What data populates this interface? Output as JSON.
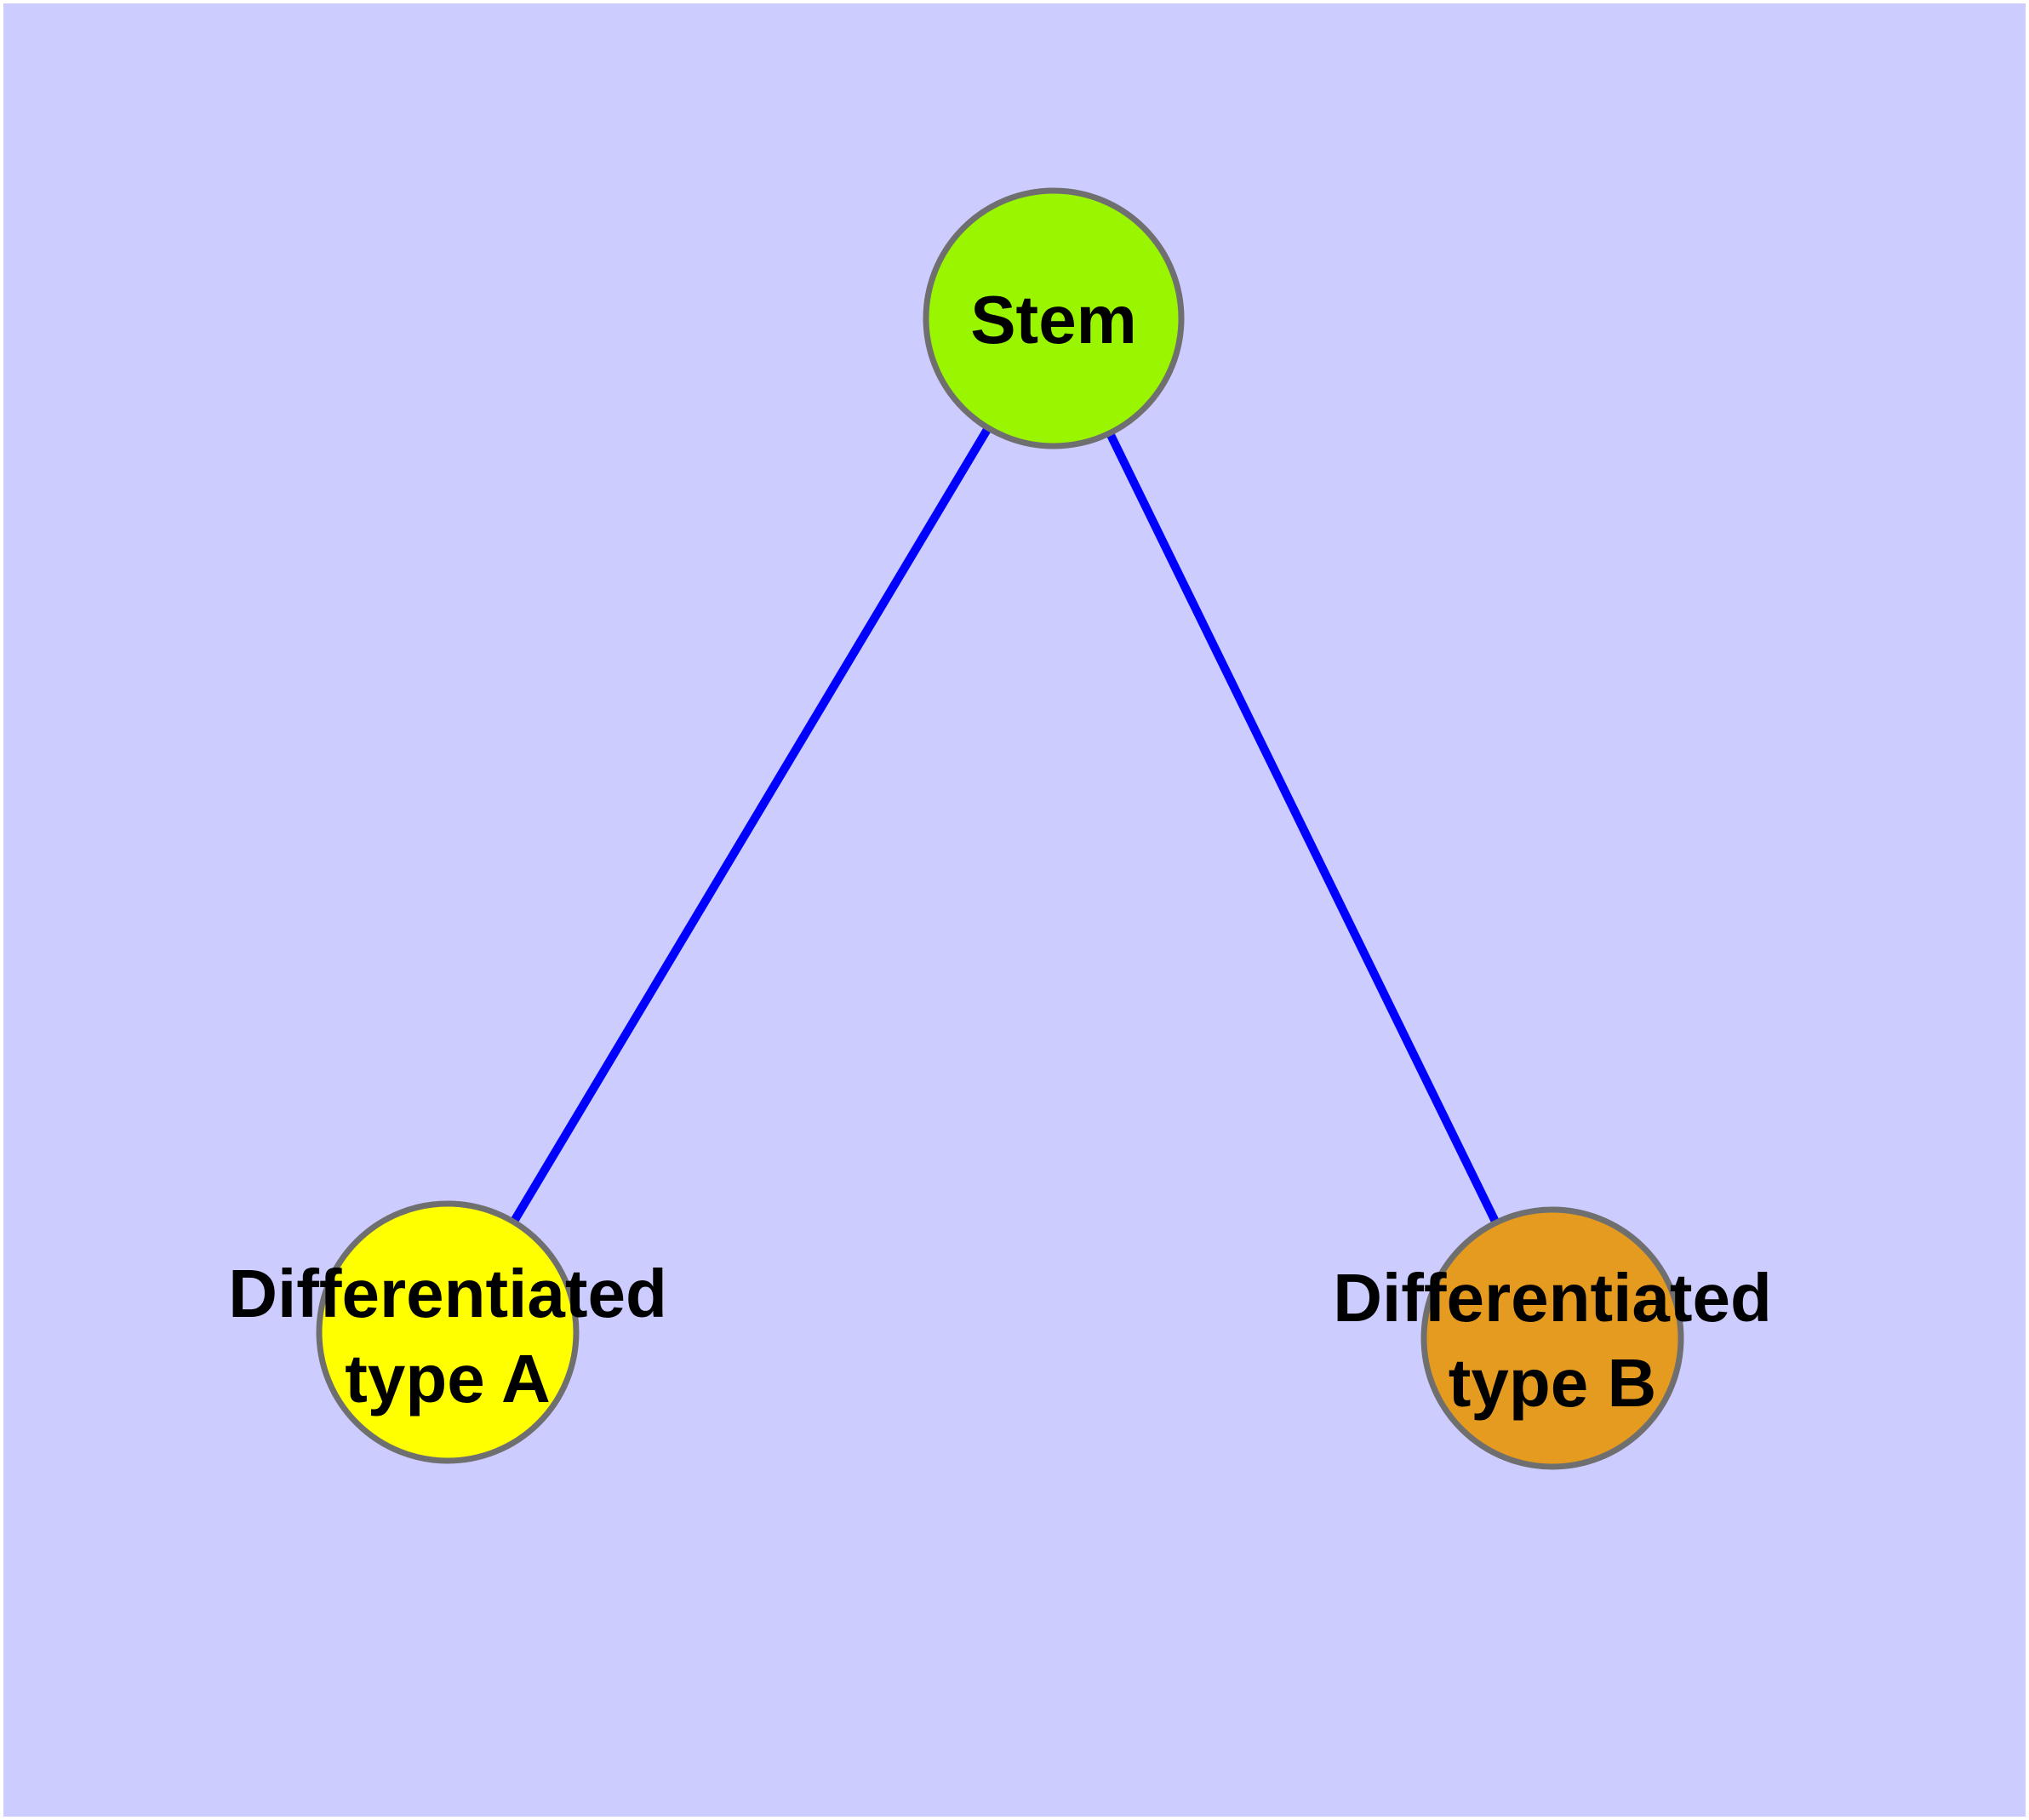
{
  "diagram": {
    "type": "node-link-graph",
    "background_color": "#CCCCFF",
    "page_margin_color": "#FFFFFF",
    "edge_color": "#0000FF",
    "node_border_color": "#6F6F6F",
    "text_color": "#000000",
    "nodes": {
      "stem": {
        "label": "Stem",
        "fill": "#99F500"
      },
      "type_a": {
        "label_line1": "Differentiated",
        "label_line2": "type A",
        "fill": "#FFFF00"
      },
      "type_b": {
        "label_line1": "Differentiated",
        "label_line2": "type B",
        "fill": "#E59B20"
      }
    },
    "edges": [
      {
        "from": "stem",
        "to": "type_a"
      },
      {
        "from": "stem",
        "to": "type_b"
      }
    ]
  }
}
